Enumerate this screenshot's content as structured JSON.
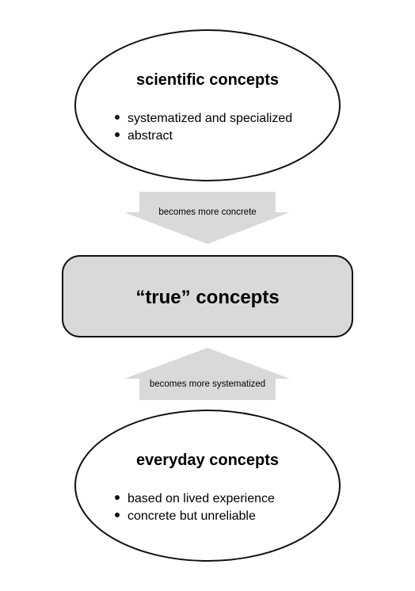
{
  "scientific": {
    "title": "scientific concepts",
    "bullets": [
      "systematized and specialized",
      "abstract"
    ]
  },
  "arrow_down": {
    "label": "becomes more concrete"
  },
  "center": {
    "title": "“true” concepts"
  },
  "arrow_up": {
    "label": "becomes more systematized"
  },
  "everyday": {
    "title": "everyday concepts",
    "bullets": [
      "based on lived experience",
      "concrete but unreliable"
    ]
  },
  "colors": {
    "outline": "#111111",
    "box_fill": "#d9d9d9",
    "arrow_fill": "#d9d9d9",
    "background": "#ffffff"
  }
}
